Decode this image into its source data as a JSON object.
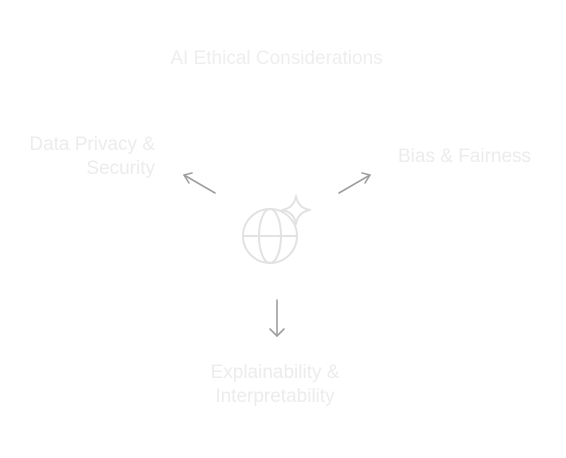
{
  "diagram": {
    "title": "AI Ethical Considerations",
    "center_icon": "globe-sparkle-icon",
    "branches": [
      {
        "id": "privacy",
        "label": "Data Privacy & Security",
        "direction": "upper-left"
      },
      {
        "id": "bias",
        "label": "Bias & Fairness",
        "direction": "upper-right"
      },
      {
        "id": "explainability",
        "label": "Explainability & Interpretability",
        "direction": "down"
      }
    ]
  },
  "colors": {
    "arrow": "#9e9e9e",
    "icon": "#e2e2e2",
    "text": "#ececec",
    "background": "#ffffff"
  }
}
